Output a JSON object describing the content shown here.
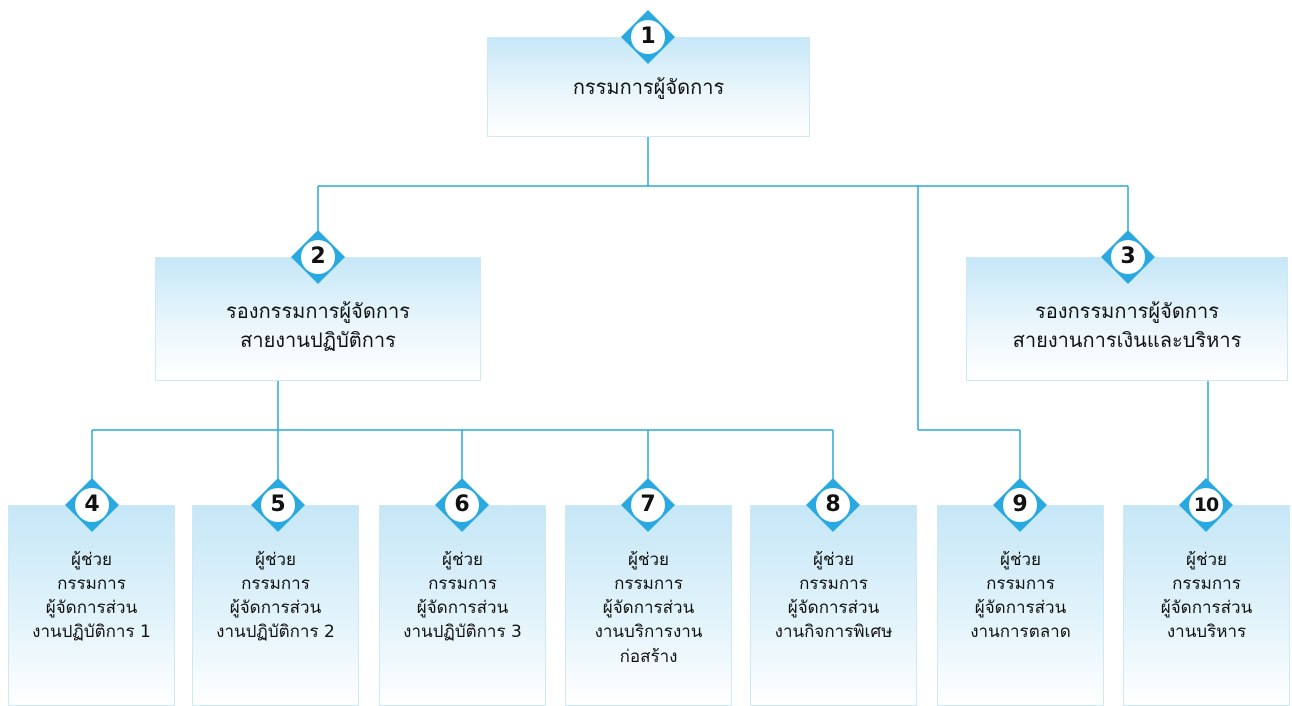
{
  "nodes": {
    "n1": {
      "number": "1",
      "lines": [
        "กรรมการผู้จัดการ"
      ]
    },
    "n2": {
      "number": "2",
      "lines": [
        "รองกรรมการผู้จัดการ",
        "สายงานปฏิบัติการ"
      ]
    },
    "n3": {
      "number": "3",
      "lines": [
        "รองกรรมการผู้จัดการ",
        "สายงานการเงินและบริหาร"
      ]
    },
    "n4": {
      "number": "4",
      "lines": [
        "ผู้ช่วย",
        "กรรมการ",
        "ผู้จัดการส่วน",
        "งานปฏิบัติการ 1"
      ]
    },
    "n5": {
      "number": "5",
      "lines": [
        "ผู้ช่วย",
        "กรรมการ",
        "ผู้จัดการส่วน",
        "งานปฏิบัติการ 2"
      ]
    },
    "n6": {
      "number": "6",
      "lines": [
        "ผู้ช่วย",
        "กรรมการ",
        "ผู้จัดการส่วน",
        "งานปฏิบัติการ 3"
      ]
    },
    "n7": {
      "number": "7",
      "lines": [
        "ผู้ช่วย",
        "กรรมการ",
        "ผู้จัดการส่วน",
        "งานบริการงาน",
        "ก่อสร้าง"
      ]
    },
    "n8": {
      "number": "8",
      "lines": [
        "ผู้ช่วย",
        "กรรมการ",
        "ผู้จัดการส่วน",
        "งานกิจการพิเศษ"
      ]
    },
    "n9": {
      "number": "9",
      "lines": [
        "ผู้ช่วย",
        "กรรมการ",
        "ผู้จัดการส่วน",
        "งานการตลาด"
      ]
    },
    "n10": {
      "number": "10",
      "lines": [
        "ผู้ช่วย",
        "กรรมการ",
        "ผู้จัดการส่วน",
        "งานบริหาร"
      ]
    }
  },
  "colors": {
    "connector": "#29a9df",
    "badge_fill": "#29a9df",
    "badge_circle": "#ffffff",
    "box_gradient_top": "#c6e7f7"
  },
  "icons": {
    "badge": "diamond-number-badge"
  }
}
